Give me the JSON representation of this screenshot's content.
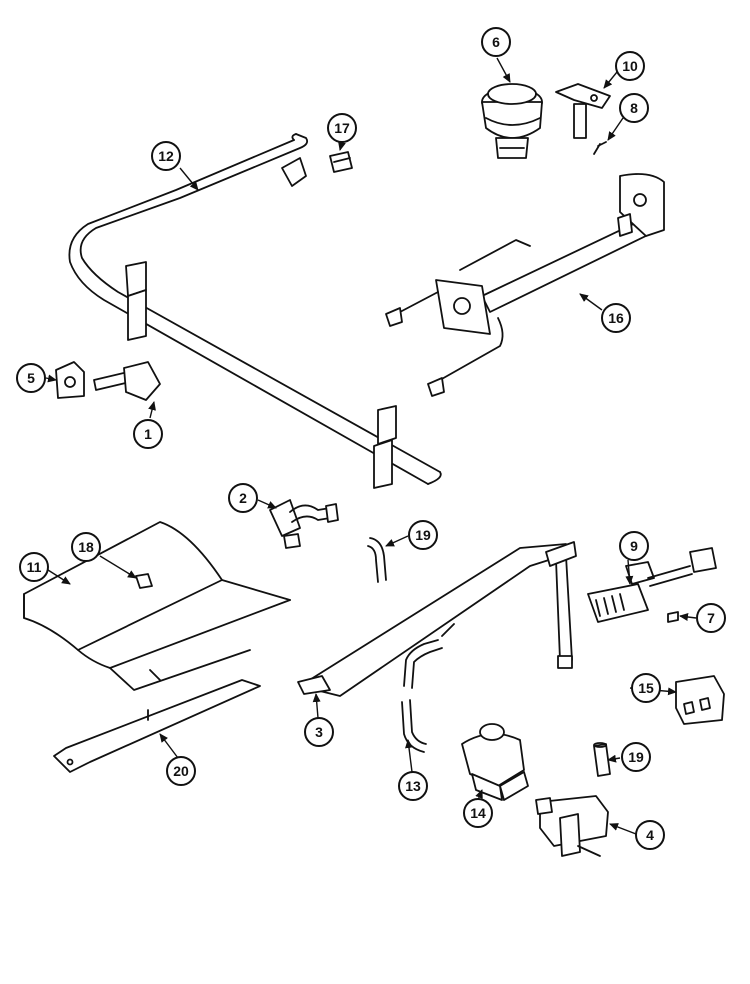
{
  "callouts": {
    "c1": "1",
    "c2": "2",
    "c3": "3",
    "c4": "4",
    "c5": "5",
    "c6": "6",
    "c7": "7",
    "c8": "8",
    "c9": "9",
    "c10": "10",
    "c11": "11",
    "c12": "12",
    "c13": "13",
    "c14": "14",
    "c15": "15",
    "c16": "16",
    "c17": "17",
    "c18": "18",
    "c19a": "19",
    "c19b": "19",
    "c20": "20"
  }
}
